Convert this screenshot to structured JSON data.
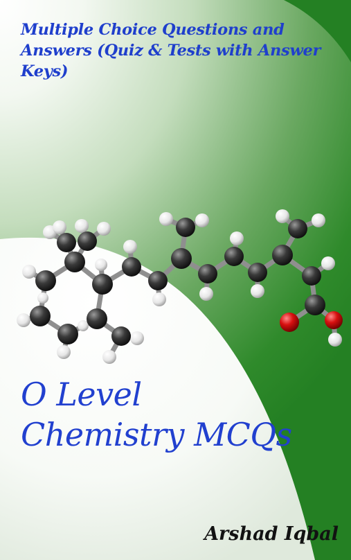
{
  "cover": {
    "subtitle": "Multiple Choice Questions and Answers (Quiz & Tests with Answer Keys)",
    "title_line1": "O Level",
    "title_line2": "Chemistry MCQs",
    "author": "Arshad Iqbal"
  },
  "colors": {
    "dark_green": "#248023",
    "title_blue": "#2140cf",
    "carbon_atom": "#2a2a2a",
    "hydrogen_atom": "#f2f2f2",
    "oxygen_atom": "#d81010"
  },
  "illustration": {
    "subject": "molecule ball-and-stick model",
    "icon": "molecule-icon"
  }
}
